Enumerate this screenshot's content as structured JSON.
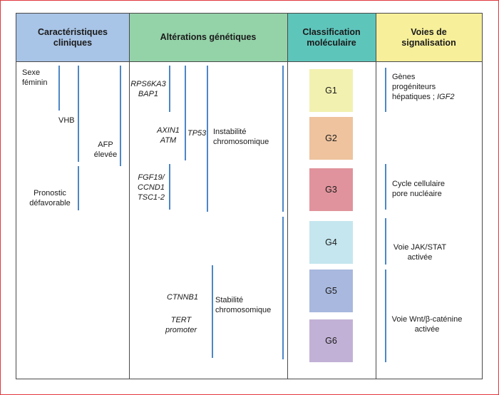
{
  "headers": {
    "clinical": "Caractéristiques\ncliniques",
    "genetic": "Altérations génétiques",
    "molecular": "Classification\nmoléculaire",
    "pathways": "Voies de\nsignalisation"
  },
  "colors": {
    "clinical_header": "#a8c4e6",
    "genetic_header": "#94d2a8",
    "molecular_header": "#5ec5bb",
    "pathways_header": "#f7ef9a",
    "line": "#4d86c6",
    "G1": "#f2f1b0",
    "G2": "#eec39e",
    "G3": "#e0939c",
    "G4": "#c5e6ee",
    "G5": "#a8b8de",
    "G6": "#c2b1d6"
  },
  "clinical": {
    "sexe": "Sexe\nféminin",
    "vhb": "VHB",
    "afp": "AFP\nélevée",
    "pronostic": "Pronostic\ndéfavorable"
  },
  "genetic": {
    "rps6ka3": "RPS6KA3\nBAP1",
    "axin1": "AXIN1\nATM",
    "tp53": "TP53",
    "instabilite": "Instabilité\nchromosomique",
    "fgf19": "FGF19/\nCCND1\nTSC1-2",
    "ctnnb1": "CTNNB1",
    "tert": "TERT\npromoter",
    "stabilite": "Stabilité\nchromosomique"
  },
  "groups": [
    "G1",
    "G2",
    "G3",
    "G4",
    "G5",
    "G6"
  ],
  "pathways": {
    "genes_prefix": "Gènes\nprogéniteurs\nhépatiques ; ",
    "genes_italic": "IGF2",
    "cycle": "Cycle cellulaire\npore nucléaire",
    "jak": "Voie JAK/STAT\nactivée",
    "wnt": "Voie Wnt/β-caténine\nactivée"
  }
}
